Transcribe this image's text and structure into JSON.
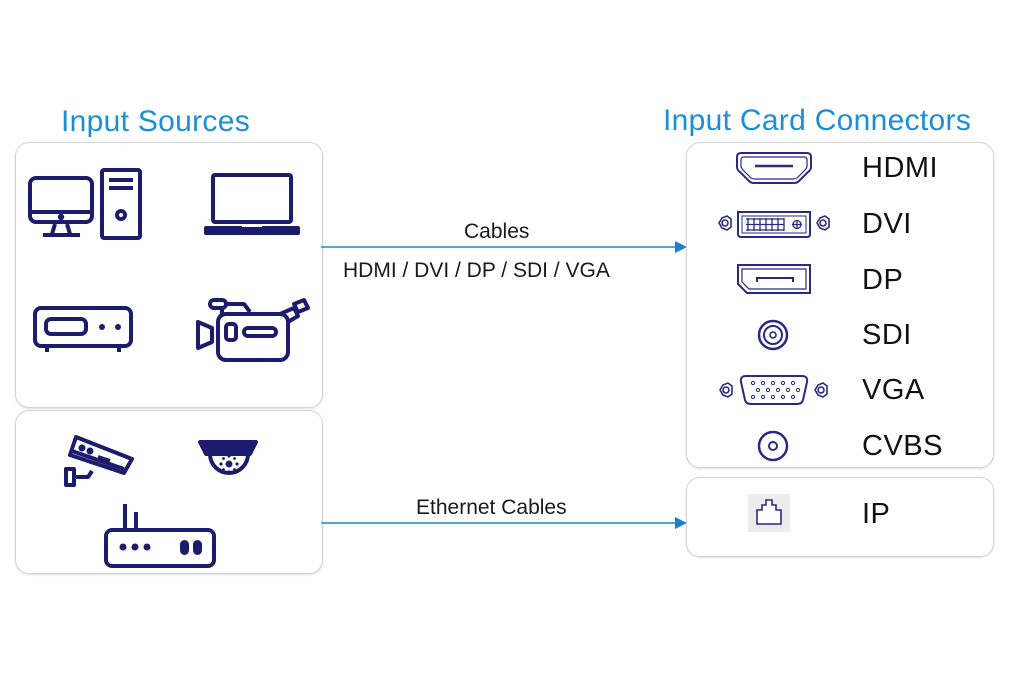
{
  "headings": {
    "input_sources": "Input Sources",
    "input_card_connectors": "Input Card Connectors"
  },
  "source_groups": [
    {
      "name": "video-sources",
      "icons": [
        "desktop-computer-icon",
        "laptop-icon",
        "set-top-box-icon",
        "camcorder-icon"
      ]
    },
    {
      "name": "network-sources",
      "icons": [
        "bullet-security-camera-icon",
        "dome-camera-icon",
        "router-icon"
      ]
    }
  ],
  "links": [
    {
      "top_label": "Cables",
      "bottom_label": "HDMI / DVI / DP / SDI / VGA"
    },
    {
      "top_label": "Ethernet Cables"
    }
  ],
  "connectors": [
    {
      "label": "HDMI",
      "icon": "hdmi-port-icon"
    },
    {
      "label": "DVI",
      "icon": "dvi-port-icon"
    },
    {
      "label": "DP",
      "icon": "displayport-icon"
    },
    {
      "label": "SDI",
      "icon": "sdi-bnc-port-icon"
    },
    {
      "label": "VGA",
      "icon": "vga-port-icon"
    },
    {
      "label": "CVBS",
      "icon": "cvbs-port-icon"
    }
  ],
  "ip_connector": {
    "label": "IP",
    "icon": "rj45-port-icon"
  },
  "colors": {
    "heading": "#1a8fd6",
    "icon": "#1c1c6e",
    "arrow": "#1a8fd6",
    "box_border": "#d4d4d4"
  }
}
